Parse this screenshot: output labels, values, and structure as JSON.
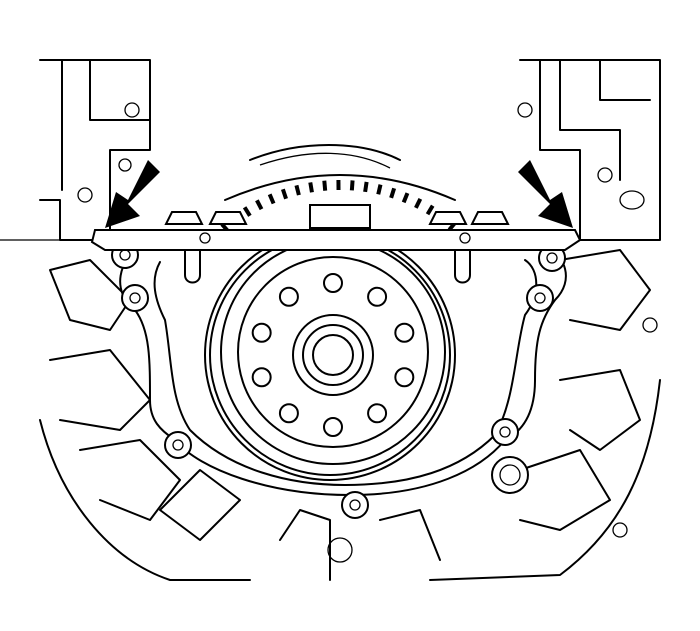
{
  "illustration": {
    "subject": "engine-rear-crankshaft-seal-housing",
    "line_color": "#000000",
    "background_color": "#ffffff",
    "callouts": [
      {
        "icon": "arrow-down-right",
        "side": "left"
      },
      {
        "icon": "arrow-down-left",
        "side": "right"
      }
    ]
  }
}
